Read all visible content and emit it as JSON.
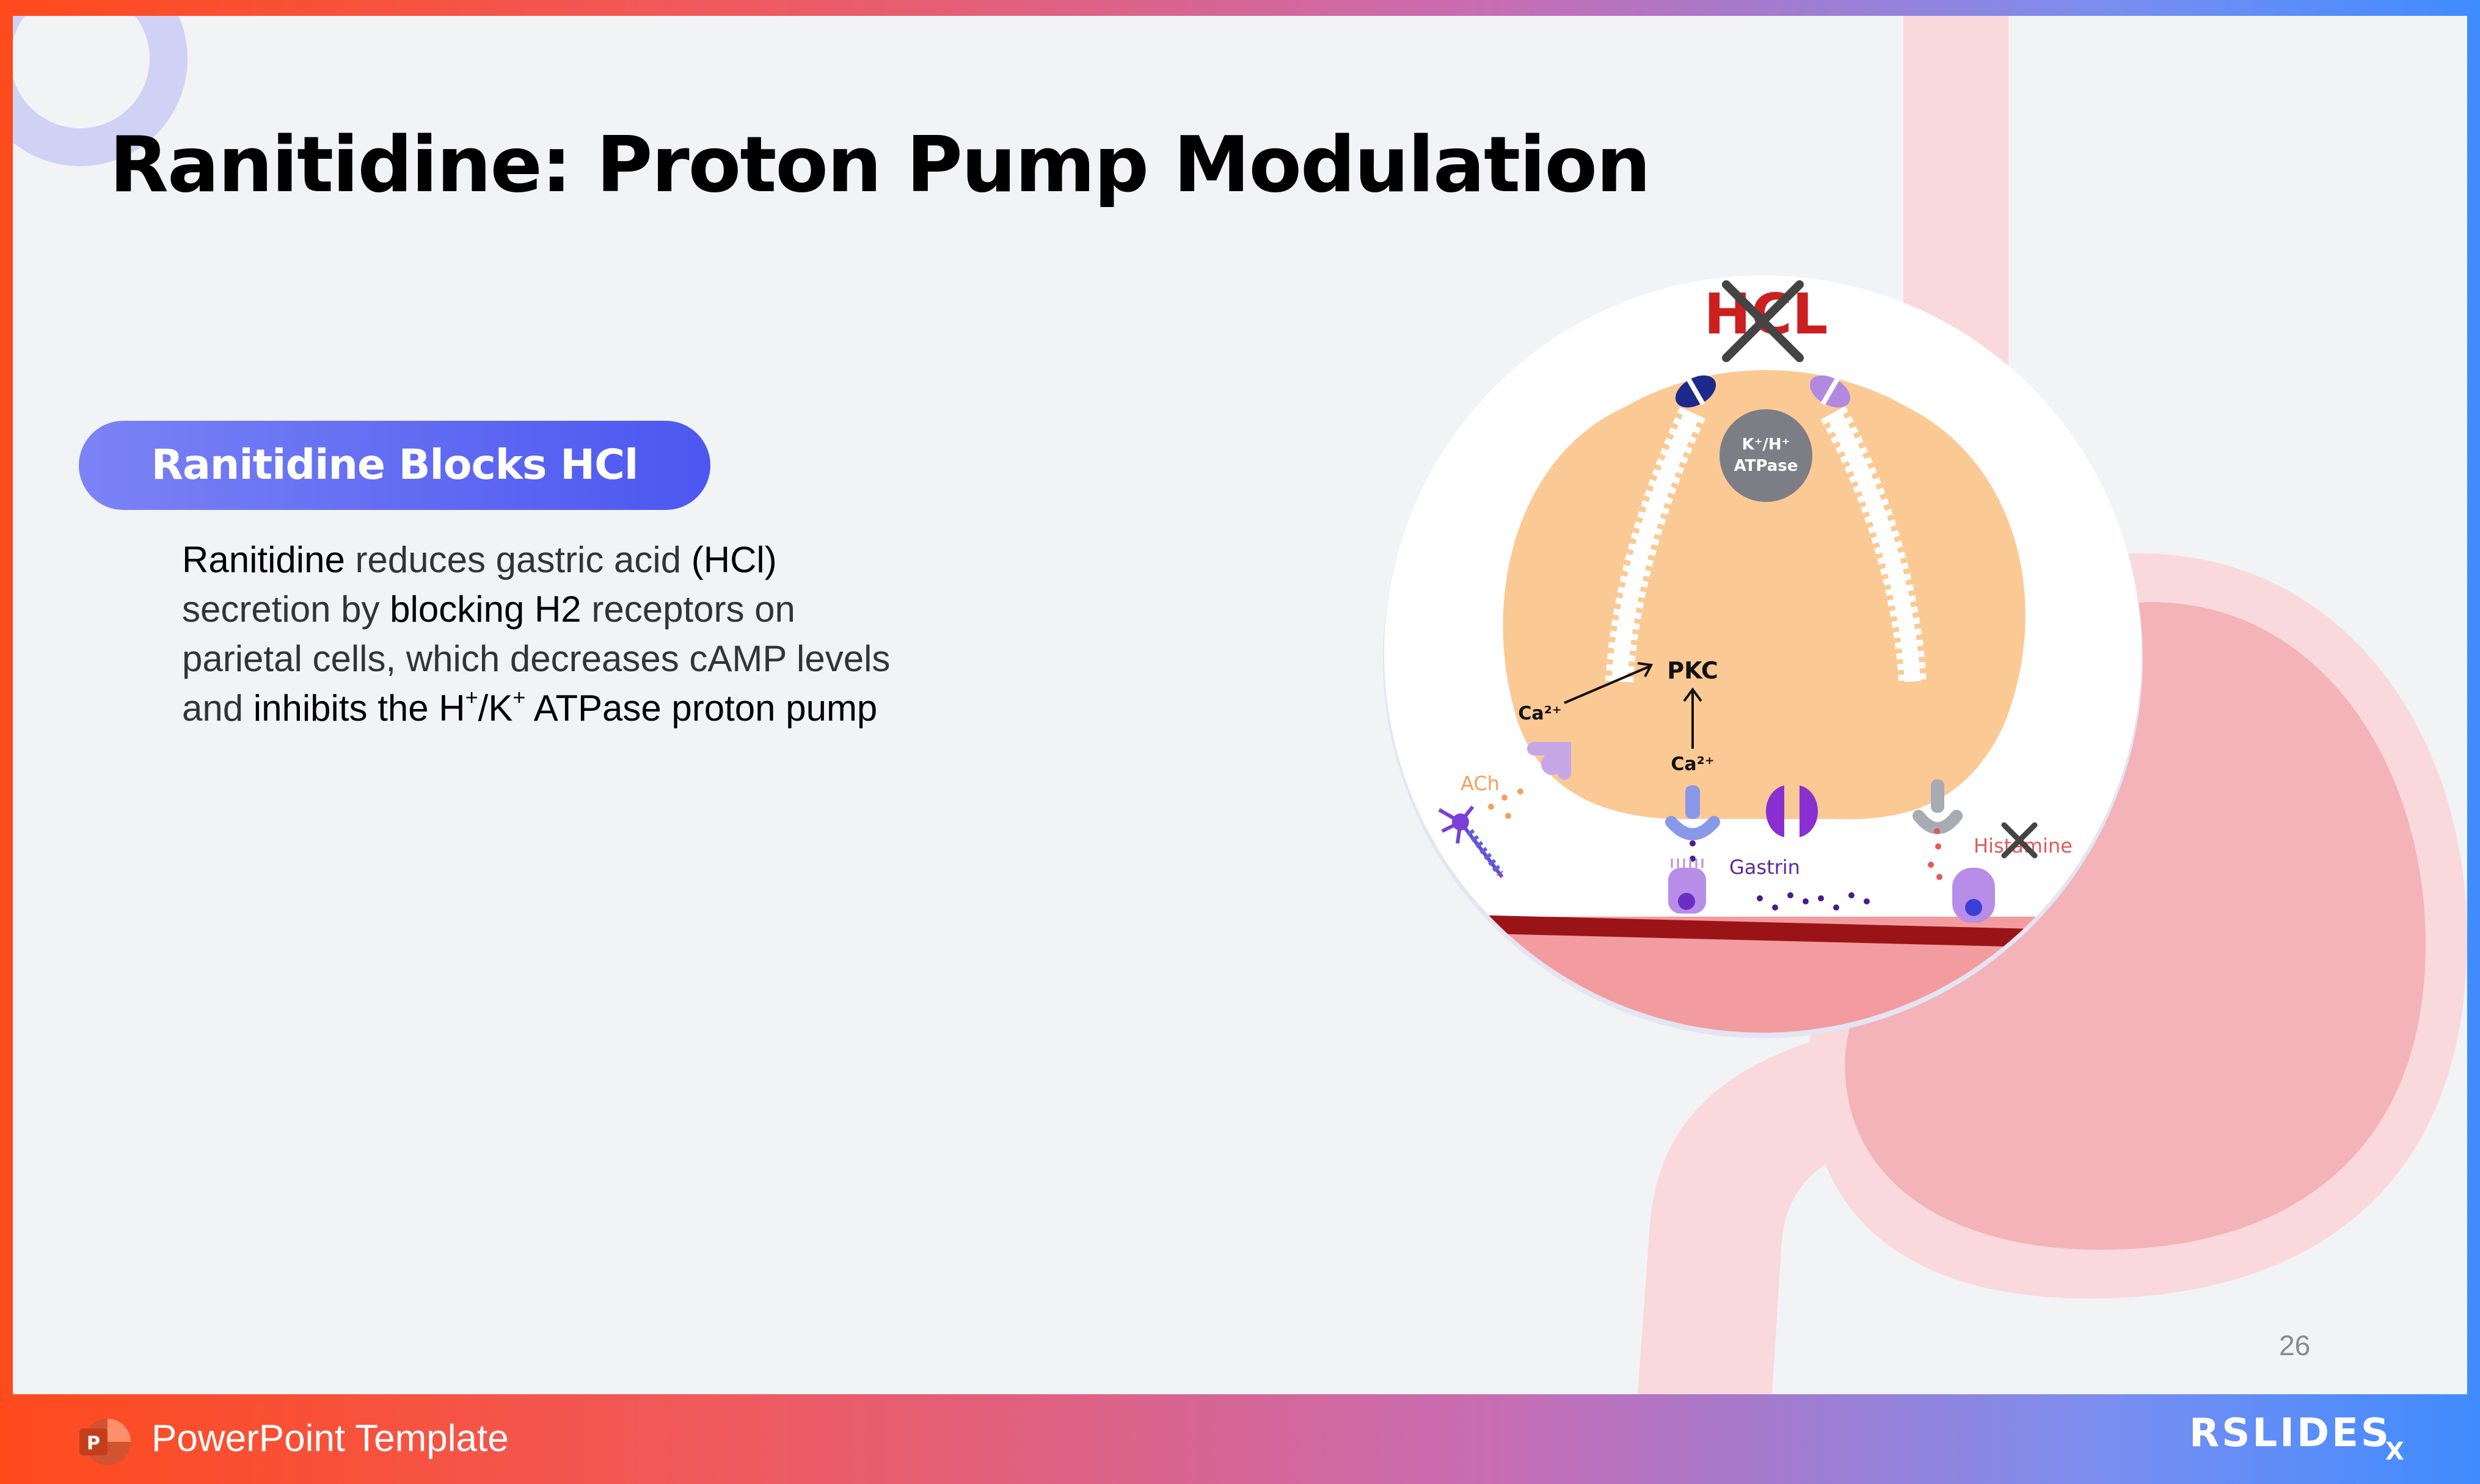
{
  "slide": {
    "title": "Ranitidine: Proton Pump Modulation",
    "pill_label": "Ranitidine Blocks HCl",
    "body": {
      "ranitidine": "Ranitidine",
      "t1": " reduces gastric acid ",
      "hcl": "(HCl)",
      "t2": " secretion by ",
      "blocking": "blocking H2",
      "t3": " receptors on parietal cells, which decreases cAMP levels and ",
      "inhibits": "inhibits the H",
      "plus1": "+",
      "slash": "/K",
      "plus2": "+",
      "t4": " ATPase proton pump"
    },
    "page_number": "26"
  },
  "diagram": {
    "hcl_label": "HCL",
    "atpase_line1": "K⁺/H⁺",
    "atpase_line2": "ATPase",
    "pkc_label": "PKC",
    "ca_left": "Ca²⁺",
    "ca_center": "Ca²⁺",
    "ach_label": "ACh",
    "gastrin_label": "Gastrin",
    "histamine_label": "Histamine"
  },
  "footer": {
    "app_label": "PowerPoint Template",
    "logo_text": "RSLIDES",
    "logo_sub": "X"
  },
  "colors": {
    "accent_blue": "#4b57f0",
    "hcl_red": "#cc1f1f",
    "parietal_cell": "#fbc994",
    "stomach_pink": "#f2a7ab"
  }
}
